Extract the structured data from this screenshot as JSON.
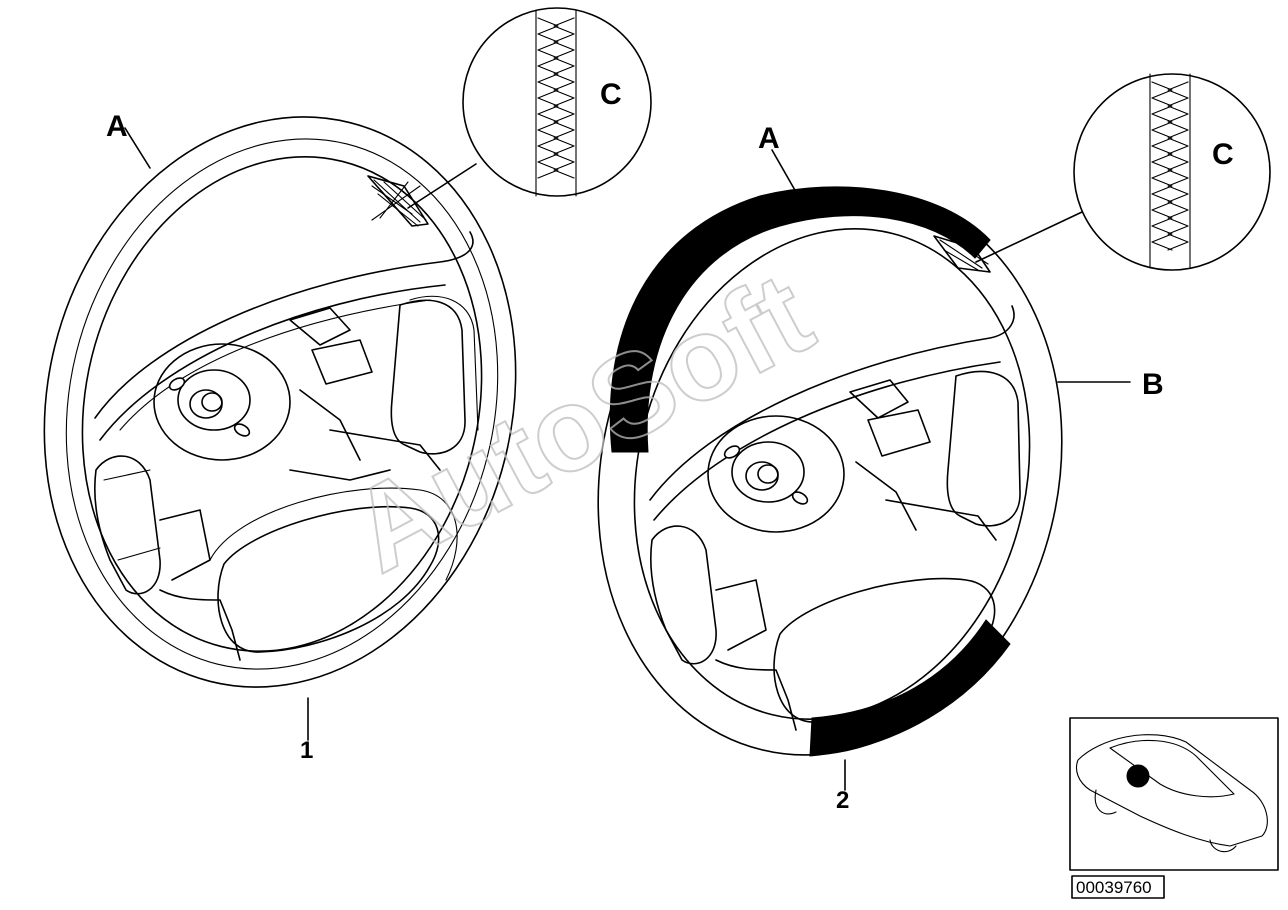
{
  "diagram": {
    "callouts": {
      "left_a": "A",
      "left_c": "C",
      "right_a": "A",
      "right_b": "B",
      "right_c": "C"
    },
    "part_numbers": {
      "part_1": "1",
      "part_2": "2"
    },
    "reference_number": "00039760",
    "watermark": "AutoSoft",
    "colors": {
      "line": "#000000",
      "background": "#ffffff",
      "leather_band": "#000000",
      "watermark": "#bdbdbd"
    }
  }
}
